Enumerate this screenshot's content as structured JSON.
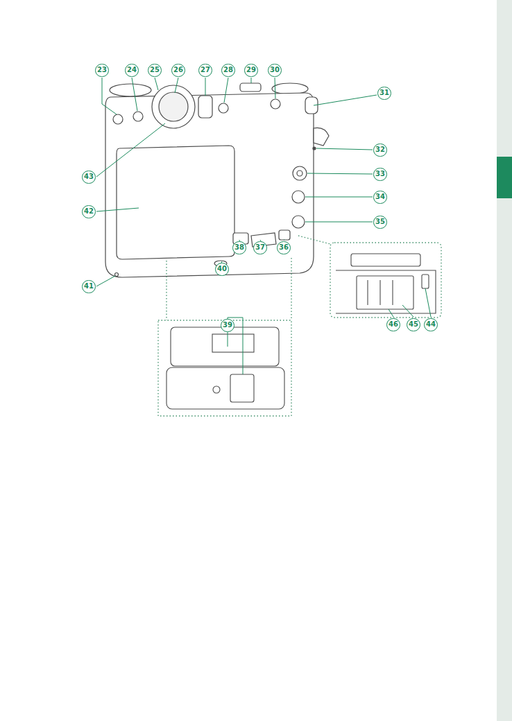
{
  "diagram": {
    "labels": [
      "23",
      "24",
      "25",
      "26",
      "27",
      "28",
      "29",
      "30",
      "31",
      "32",
      "33",
      "34",
      "35",
      "36",
      "37",
      "38",
      "39",
      "40",
      "41",
      "42",
      "43",
      "44",
      "45",
      "46"
    ]
  }
}
